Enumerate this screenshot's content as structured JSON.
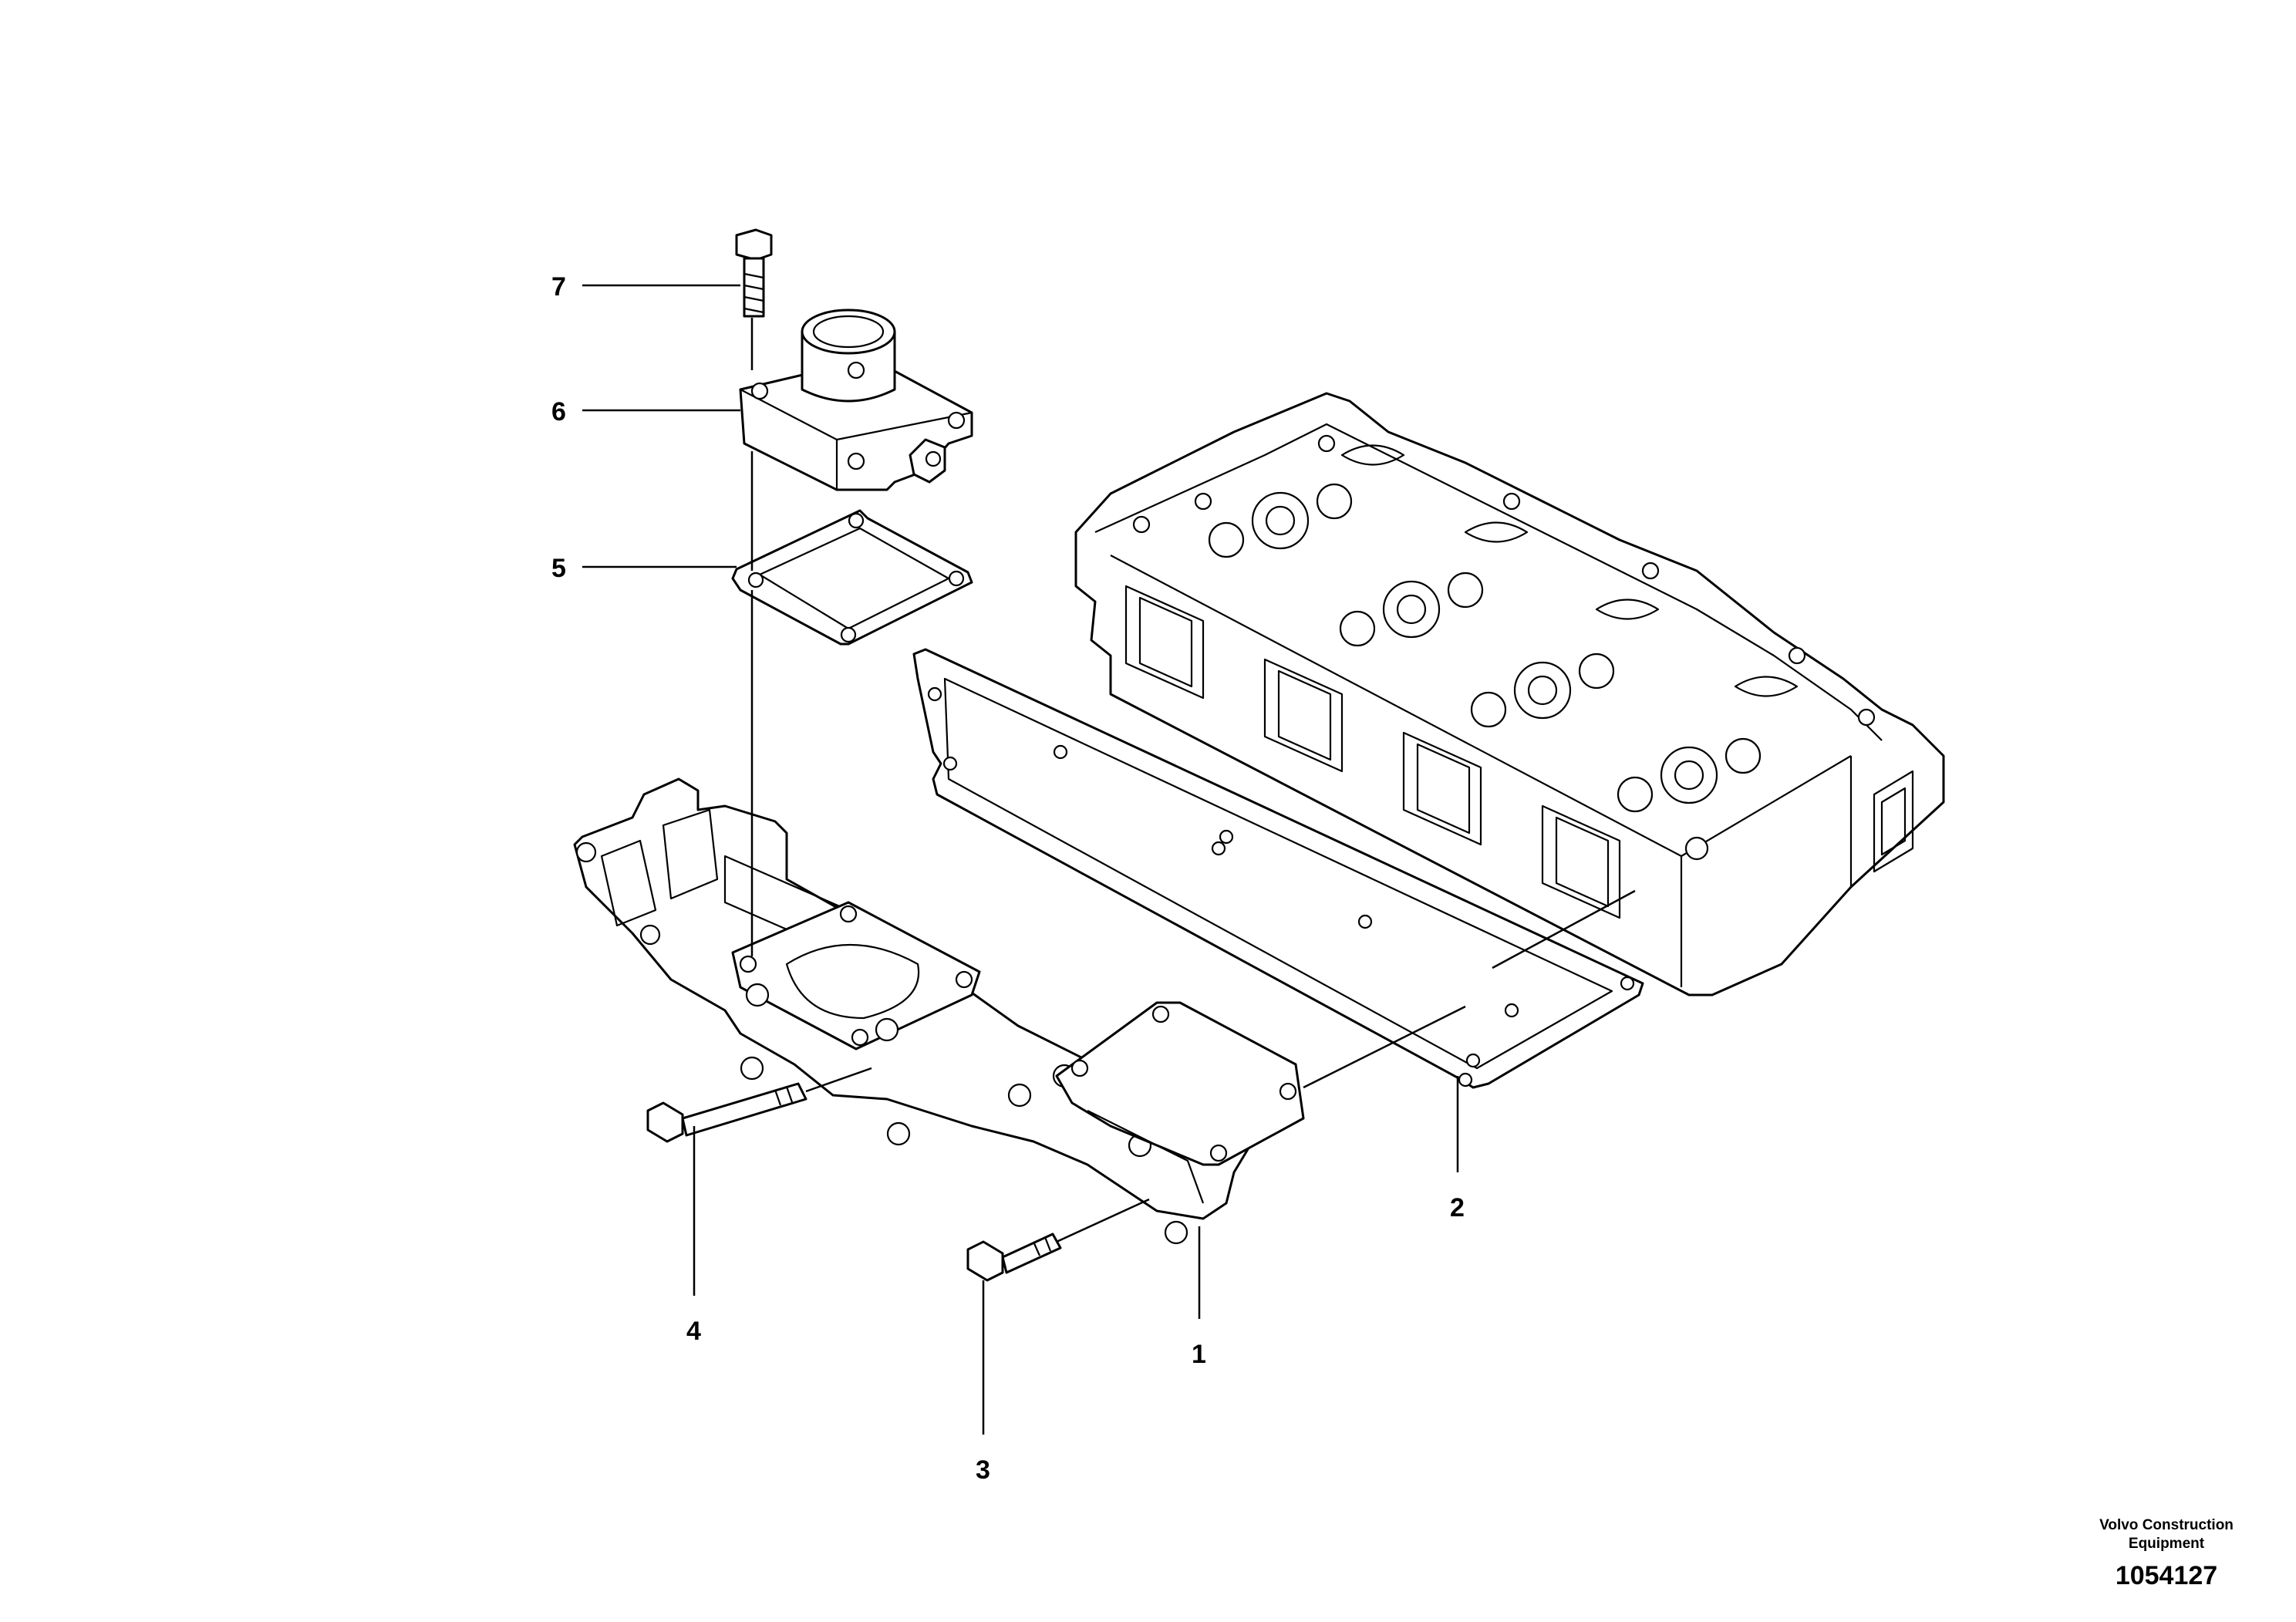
{
  "callouts": [
    {
      "id": "1",
      "label": "1"
    },
    {
      "id": "2",
      "label": "2"
    },
    {
      "id": "3",
      "label": "3"
    },
    {
      "id": "4",
      "label": "4"
    },
    {
      "id": "5",
      "label": "5"
    },
    {
      "id": "6",
      "label": "6"
    },
    {
      "id": "7",
      "label": "7"
    }
  ],
  "footer": {
    "company_line1": "Volvo Construction",
    "company_line2": "Equipment",
    "figure_number": "1054127"
  }
}
